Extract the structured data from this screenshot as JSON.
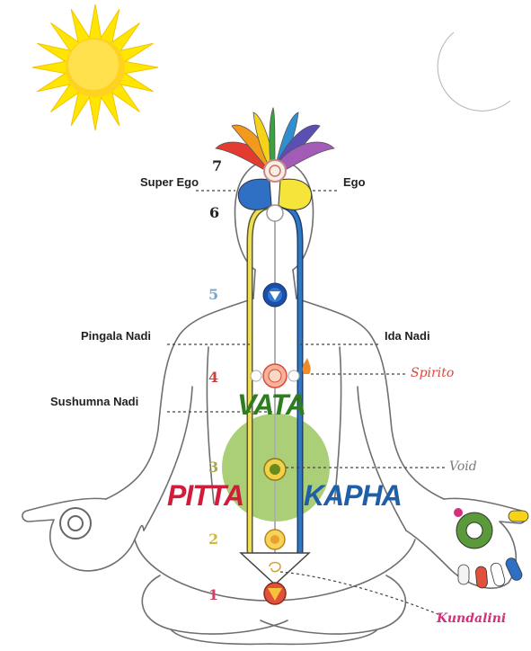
{
  "labels": {
    "super_ego": "Super Ego",
    "ego": "Ego",
    "pingala": "Pingala Nadi",
    "ida": "Ida Nadi",
    "sushumna": "Sushumna Nadi",
    "spirito": "Spirito",
    "void": "Void",
    "kundalini": "Kundalini"
  },
  "chakra_numbers": [
    "1",
    "2",
    "3",
    "4",
    "5",
    "6",
    "7"
  ],
  "doshas": {
    "vata": "VATA",
    "pitta": "PITTA",
    "kapha": "KAPHA"
  },
  "icons": [
    "sun-icon",
    "moon-icon",
    "lotus-icon"
  ],
  "colors": {
    "pingala_channel": "#e8d44a",
    "ida_channel": "#2a6fb5",
    "void_circle": "#8fbf4a",
    "vata": "#2f7d1e",
    "pitta": "#d11d3c",
    "kapha": "#1f5fa8",
    "spirito": "#d9483b",
    "kundalini": "#d6307a",
    "sun": "#ffe600",
    "moon": "#c8c8cc",
    "number_1": "#d0406a",
    "number_2": "#d4b83a",
    "number_3": "#a8a84a",
    "number_4": "#d0403a",
    "number_5": "#7aa6cc",
    "number_6": "#222222",
    "number_7": "#222222"
  }
}
